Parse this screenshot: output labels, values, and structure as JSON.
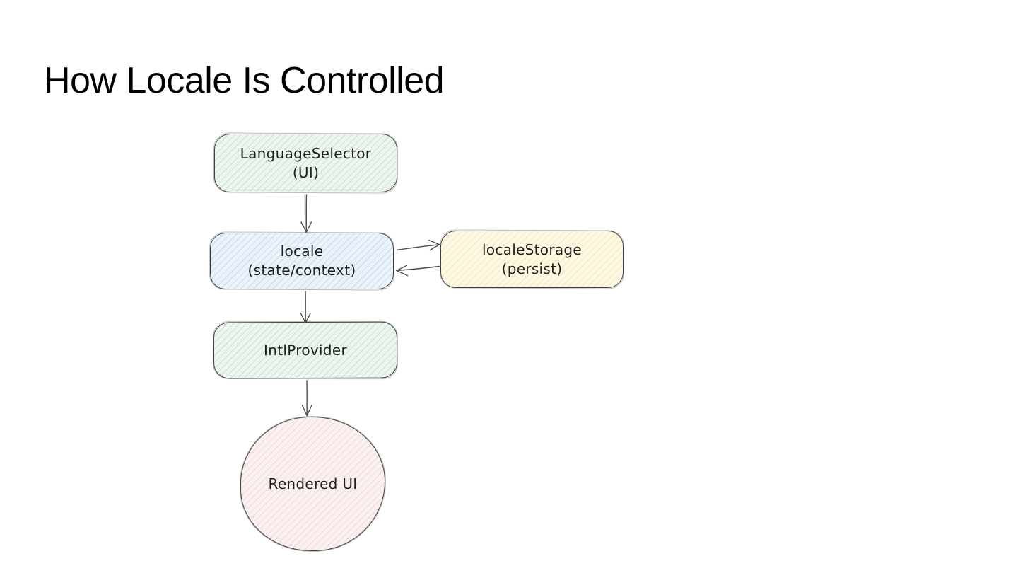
{
  "page": {
    "title": "How Locale Is Controlled",
    "background_color": "#ffffff",
    "title_color": "#000000"
  },
  "diagram": {
    "stroke_color": "#3f3f3f",
    "edge_color": "#4c4c4c",
    "text_color": "#1f1f1f",
    "nodes": [
      {
        "id": "language-selector",
        "shape": "rounded-rect",
        "lines": [
          "LanguageSelector",
          "(UI)"
        ],
        "fill": "#ecf6ee",
        "hatch_color": "#cfe8d6"
      },
      {
        "id": "locale-state",
        "shape": "rounded-rect",
        "lines": [
          "locale",
          "(state/context)"
        ],
        "fill": "#eaf2fa",
        "hatch_color": "#d7e5f4"
      },
      {
        "id": "locale-storage",
        "shape": "rounded-rect",
        "lines": [
          "localeStorage",
          "(persist)"
        ],
        "fill": "#fdf8e2",
        "hatch_color": "#f3e9c6"
      },
      {
        "id": "intl-provider",
        "shape": "rounded-rect",
        "lines": [
          "IntlProvider"
        ],
        "fill": "#ecf6ee",
        "hatch_color": "#cfe8d6"
      },
      {
        "id": "rendered-ui",
        "shape": "circle",
        "lines": [
          "Rendered UI"
        ],
        "fill": "#faf0ef",
        "hatch_color": "#f0dcda"
      }
    ],
    "edges": [
      {
        "from": "language-selector",
        "to": "locale-state",
        "direction": "down"
      },
      {
        "from": "locale-state",
        "to": "locale-storage",
        "direction": "right"
      },
      {
        "from": "locale-storage",
        "to": "locale-state",
        "direction": "left"
      },
      {
        "from": "locale-state",
        "to": "intl-provider",
        "direction": "down"
      },
      {
        "from": "intl-provider",
        "to": "rendered-ui",
        "direction": "down"
      }
    ]
  }
}
